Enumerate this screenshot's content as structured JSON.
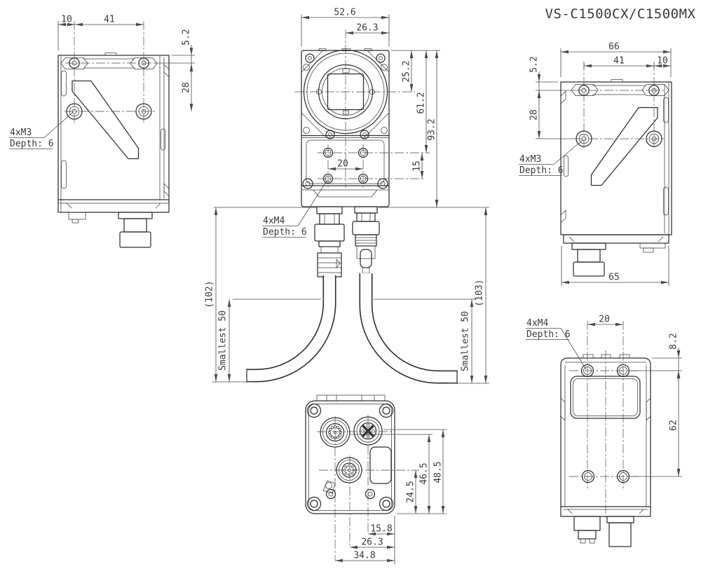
{
  "title": "VS-C1500CX/C1500MX",
  "colors": {
    "background": "#ffffff",
    "object_line": "#2e2e2e",
    "dimension_line": "#4a4a4a",
    "text": "#3a3a3a"
  },
  "views": {
    "side_left": {
      "label": "left-side-view",
      "dim_top_offset": "10",
      "dim_top_span": "41",
      "dim_right_offset": "5.2",
      "dim_right_span": "28",
      "note_line1": "4xM3",
      "note_line2": "Depth: 6"
    },
    "front": {
      "label": "front-view-with-cables",
      "dim_width": "52.6",
      "dim_half_width": "26.3",
      "dim_lens_center": "25.2",
      "dim_hole_top": "61.2",
      "dim_height": "93.2",
      "dim_hole_span_h": "20",
      "dim_hole_span_v": "15",
      "note_line1": "4xM4",
      "note_line2": "Depth: 6",
      "cable_left_length": "(102)",
      "cable_left_bend": "Smallest 50",
      "cable_right_length": "(103)",
      "cable_right_bend": "Smallest 50"
    },
    "side_right": {
      "label": "right-side-view",
      "dim_width": "66",
      "dim_top_span": "41",
      "dim_top_offset": "10",
      "dim_left_offset": "5.2",
      "dim_left_span": "28",
      "dim_bottom_width": "65",
      "note_line1": "4xM3",
      "note_line2": "Depth: 6"
    },
    "bottom": {
      "label": "bottom-view",
      "dim_conn3_y": "24.5",
      "dim_conn1_y": "46.5",
      "dim_conn2_y": "48.5",
      "dim_conn2_x": "15.8",
      "dim_conn3_x": "26.3",
      "dim_conn1_x": "34.8"
    },
    "rear": {
      "label": "rear-view",
      "dim_hole_span": "20",
      "dim_hole_top": "8.2",
      "dim_hole_v_span": "62",
      "note_line1": "4xM4",
      "note_line2": "Depth: 6"
    }
  }
}
